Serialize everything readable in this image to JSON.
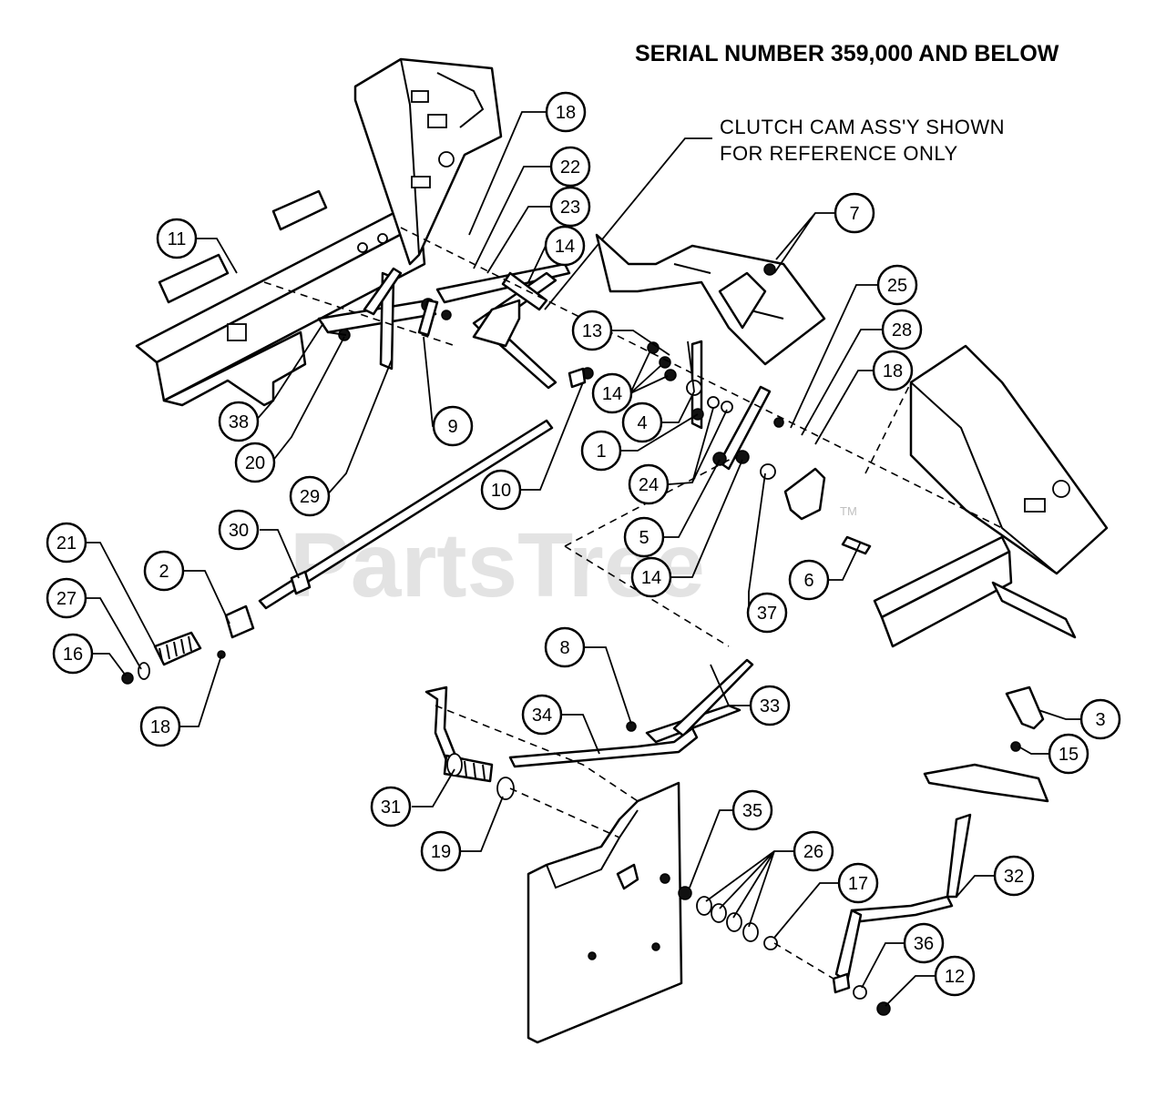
{
  "header": {
    "serial_note": "SERIAL NUMBER 359,000 AND BELOW"
  },
  "reference_note": {
    "line1": "CLUTCH CAM ASS'Y SHOWN",
    "line2": "FOR REFERENCE ONLY"
  },
  "watermark": {
    "text": "PartsTree",
    "trademark": "TM"
  },
  "callouts": [
    {
      "label": "18"
    },
    {
      "label": "22"
    },
    {
      "label": "23"
    },
    {
      "label": "14"
    },
    {
      "label": "11"
    },
    {
      "label": "7"
    },
    {
      "label": "25"
    },
    {
      "label": "28"
    },
    {
      "label": "18"
    },
    {
      "label": "13"
    },
    {
      "label": "14"
    },
    {
      "label": "4"
    },
    {
      "label": "1"
    },
    {
      "label": "24"
    },
    {
      "label": "38"
    },
    {
      "label": "9"
    },
    {
      "label": "20"
    },
    {
      "label": "29"
    },
    {
      "label": "10"
    },
    {
      "label": "5"
    },
    {
      "label": "14"
    },
    {
      "label": "6"
    },
    {
      "label": "37"
    },
    {
      "label": "30"
    },
    {
      "label": "21"
    },
    {
      "label": "2"
    },
    {
      "label": "27"
    },
    {
      "label": "16"
    },
    {
      "label": "18"
    },
    {
      "label": "8"
    },
    {
      "label": "33"
    },
    {
      "label": "34"
    },
    {
      "label": "3"
    },
    {
      "label": "15"
    },
    {
      "label": "31"
    },
    {
      "label": "19"
    },
    {
      "label": "35"
    },
    {
      "label": "26"
    },
    {
      "label": "17"
    },
    {
      "label": "32"
    },
    {
      "label": "36"
    },
    {
      "label": "12"
    }
  ]
}
